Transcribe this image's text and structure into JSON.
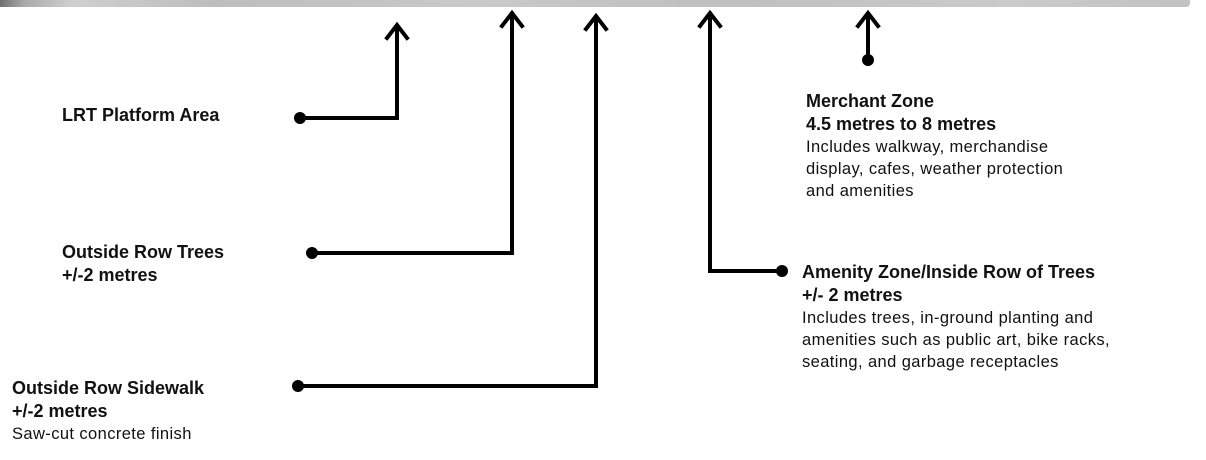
{
  "callouts": {
    "lrt_platform": {
      "title": "LRT Platform Area"
    },
    "outside_trees": {
      "title": "Outside Row Trees",
      "size": "+/-2 metres"
    },
    "outside_sidewalk": {
      "title": "Outside Row Sidewalk",
      "size": "+/-2 metres",
      "description": "Saw-cut concrete finish"
    },
    "merchant_zone": {
      "title": "Merchant Zone",
      "size": "4.5 metres to 8 metres",
      "description_lines": [
        "Includes walkway, merchandise",
        "display, cafes, weather protection",
        "and amenities"
      ]
    },
    "amenity_zone": {
      "title": "Amenity Zone/Inside Row of Trees",
      "size": "+/- 2 metres",
      "description_lines": [
        "Includes trees, in-ground planting and",
        "amenities such as public art, bike racks,",
        "seating, and garbage receptacles"
      ]
    }
  },
  "colors": {
    "line": "#000000",
    "text": "#111111",
    "photo_strip": "#c4c4c4"
  }
}
